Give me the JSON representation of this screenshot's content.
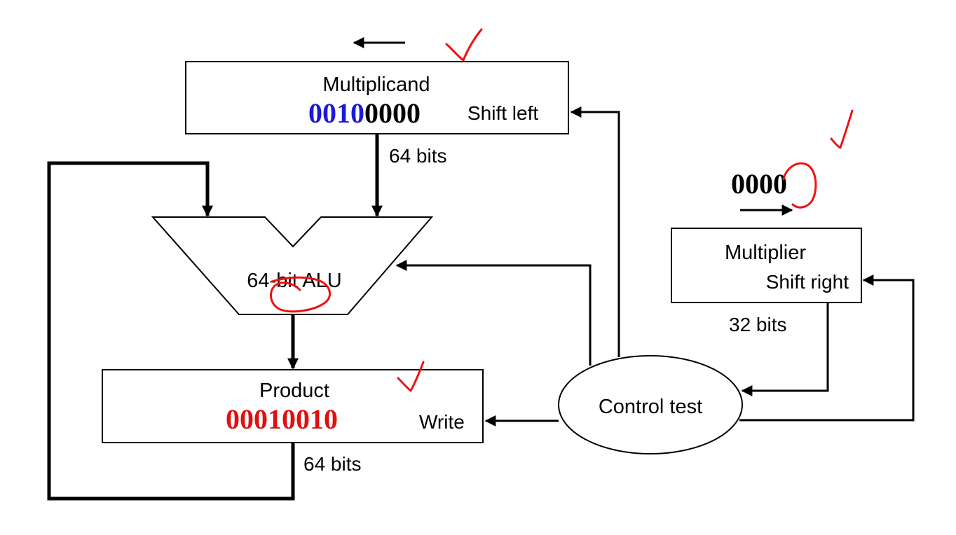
{
  "multiplicand": {
    "title": "Multiplicand",
    "value_highlight": "0010",
    "value_rest": "0000",
    "action": "Shift left",
    "width_label": "64 bits"
  },
  "alu": {
    "label": "64-bit ALU"
  },
  "product": {
    "title": "Product",
    "value": "00010010",
    "action": "Write",
    "width_label": "64 bits"
  },
  "multiplier": {
    "title": "Multiplier",
    "action": "Shift right",
    "width_label": "32 bits",
    "pending_bits": "0000"
  },
  "control": {
    "label": "Control test"
  },
  "colors": {
    "line": "#000000",
    "highlight_blue": "#1a1adc",
    "value_red": "#dd1111",
    "annotation_red": "#ee1111"
  }
}
